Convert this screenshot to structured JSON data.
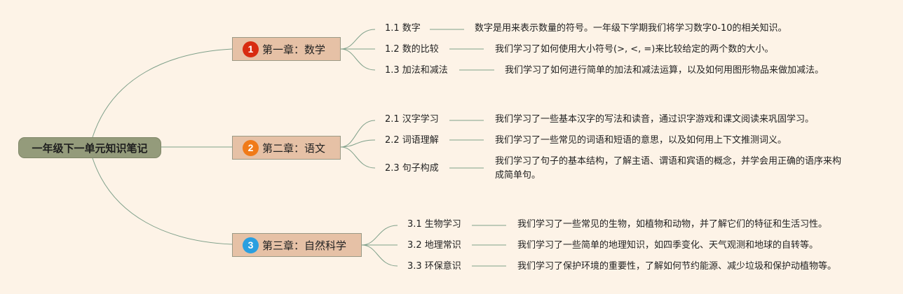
{
  "root": {
    "title": "一年级下一单元知识笔记"
  },
  "colors": {
    "background": "#fdf3e7",
    "root_fill": "#949b7b",
    "chapter_fill": "#e6c1a6",
    "edge": "#7fa08a",
    "badge_1": "#d82b10",
    "badge_2": "#f07a18",
    "badge_3": "#2a9fe0"
  },
  "chapters": [
    {
      "number": "1",
      "title": "第一章：数学",
      "topics": [
        {
          "label": "1.1 数字",
          "desc": "数字是用来表示数量的符号。一年级下学期我们将学习数字0-10的相关知识。"
        },
        {
          "label": "1.2 数的比较",
          "desc": "我们学习了如何使用大小符号(>, <, =)来比较给定的两个数的大小。"
        },
        {
          "label": "1.3 加法和减法",
          "desc": "我们学习了如何进行简单的加法和减法运算，以及如何用图形物品来做加减法。"
        }
      ]
    },
    {
      "number": "2",
      "title": "第二章：语文",
      "topics": [
        {
          "label": "2.1 汉字学习",
          "desc": "我们学习了一些基本汉字的写法和读音，通过识字游戏和课文阅读来巩固学习。"
        },
        {
          "label": "2.2 词语理解",
          "desc": "我们学习了一些常见的词语和短语的意思，以及如何用上下文推测词义。"
        },
        {
          "label": "2.3 句子构成",
          "desc": "我们学习了句子的基本结构，了解主语、谓语和宾语的概念，并学会用正确的语序来构成简单句。"
        }
      ]
    },
    {
      "number": "3",
      "title": "第三章：自然科学",
      "topics": [
        {
          "label": "3.1 生物学习",
          "desc": "我们学习了一些常见的生物，如植物和动物，并了解它们的特征和生活习性。"
        },
        {
          "label": "3.2 地理常识",
          "desc": "我们学习了一些简单的地理知识，如四季变化、天气观测和地球的自转等。"
        },
        {
          "label": "3.3 环保意识",
          "desc": "我们学习了保护环境的重要性，了解如何节约能源、减少垃圾和保护动植物等。"
        }
      ]
    }
  ]
}
